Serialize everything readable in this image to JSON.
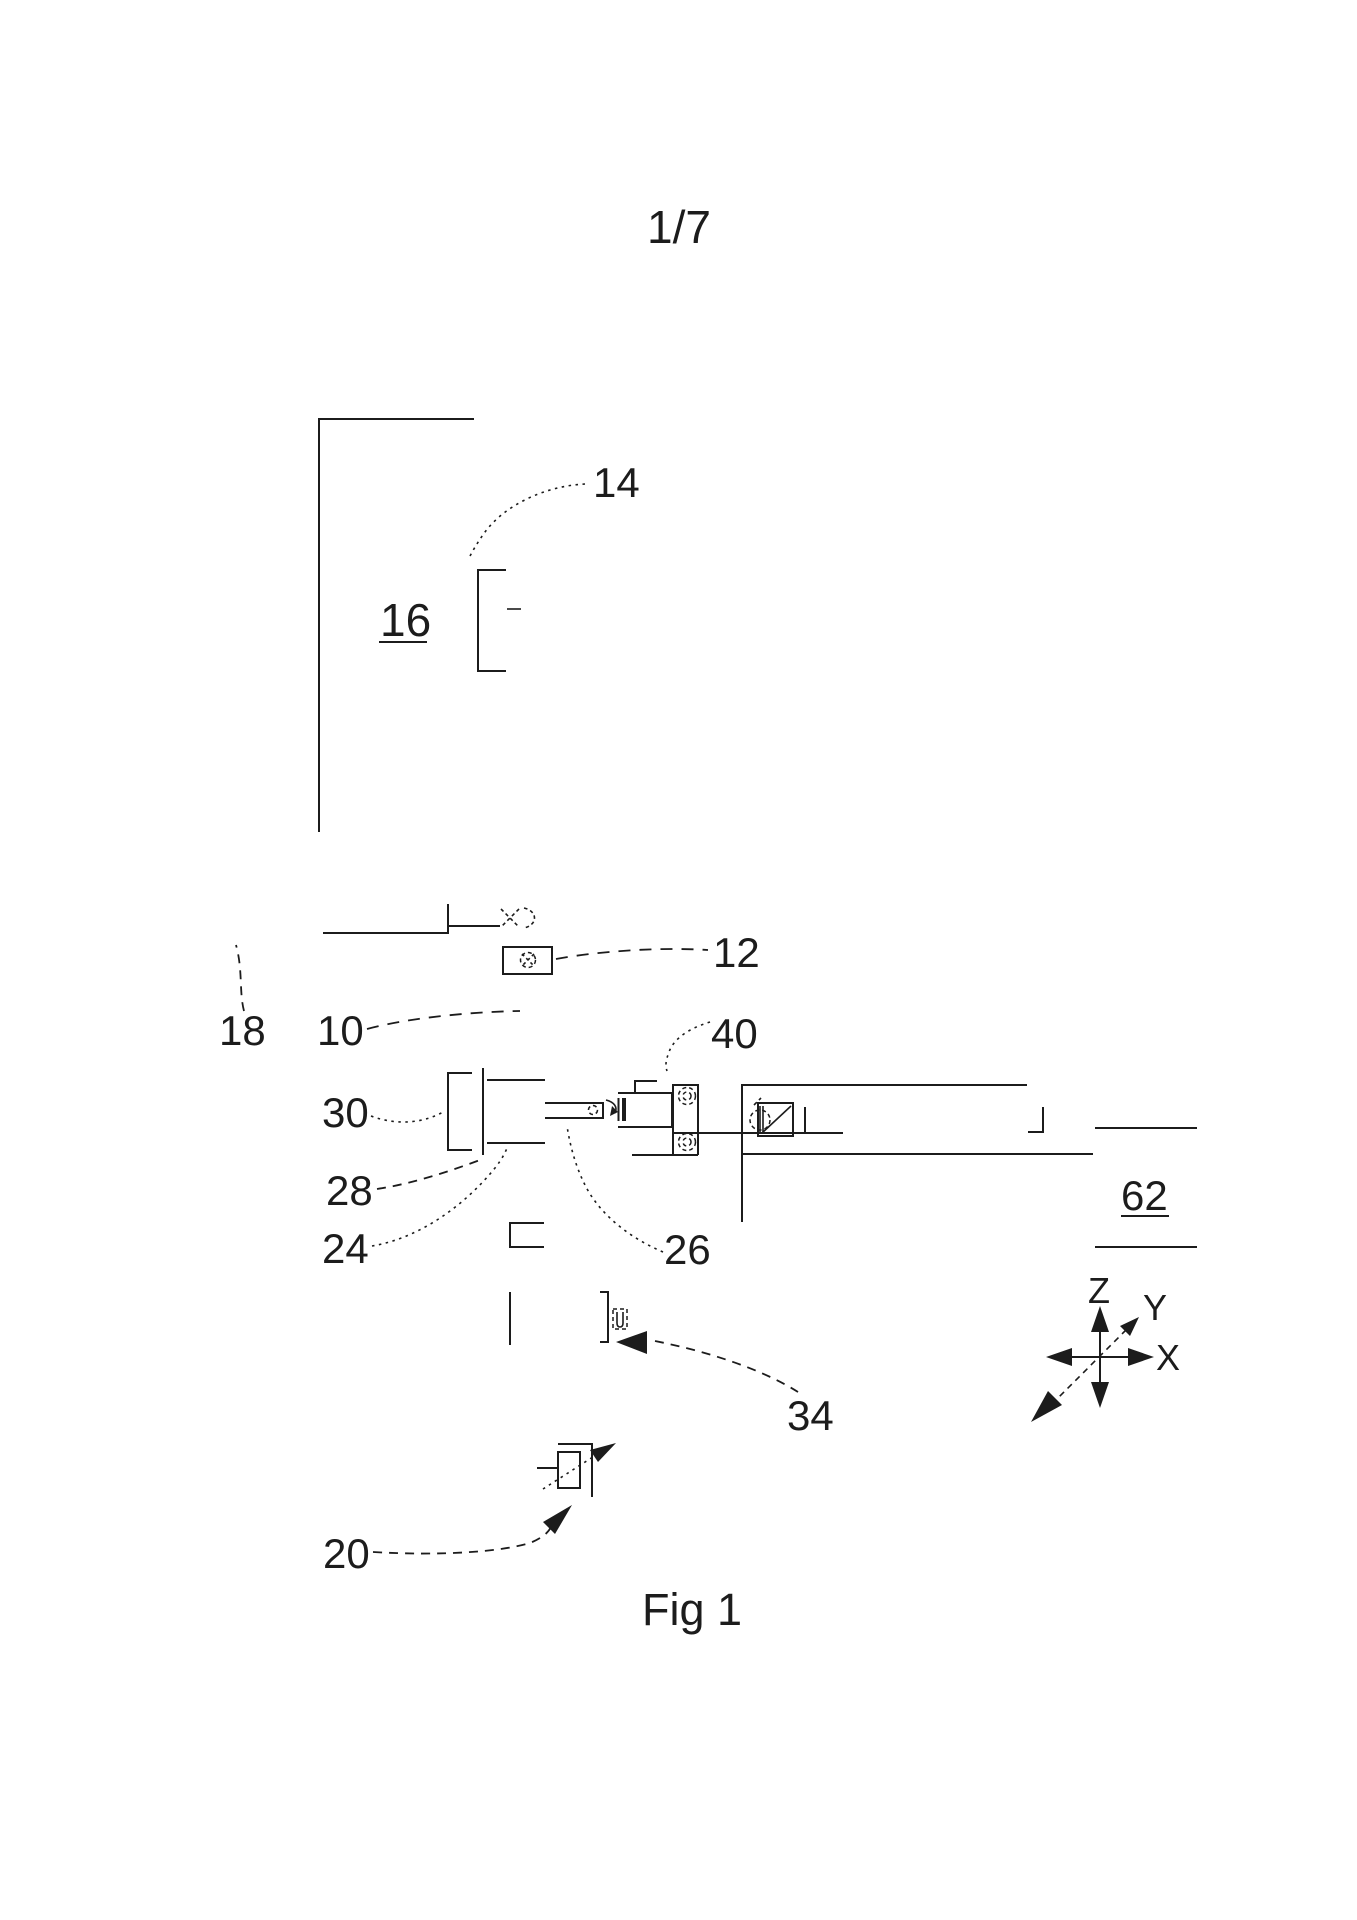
{
  "sheet": {
    "page_indicator": "1/7",
    "figure_caption": "Fig 1"
  },
  "reference_numerals": {
    "r10": "10",
    "r12": "12",
    "r14": "14",
    "r16": "16",
    "r18": "18",
    "r20": "20",
    "r24": "24",
    "r26": "26",
    "r28": "28",
    "r30": "30",
    "r34": "34",
    "r40": "40",
    "r62": "62"
  },
  "axes": {
    "x_label": "X",
    "y_label": "Y",
    "z_label": "Z"
  },
  "colors": {
    "ink": "#1c1c1c",
    "paper": "#ffffff"
  }
}
